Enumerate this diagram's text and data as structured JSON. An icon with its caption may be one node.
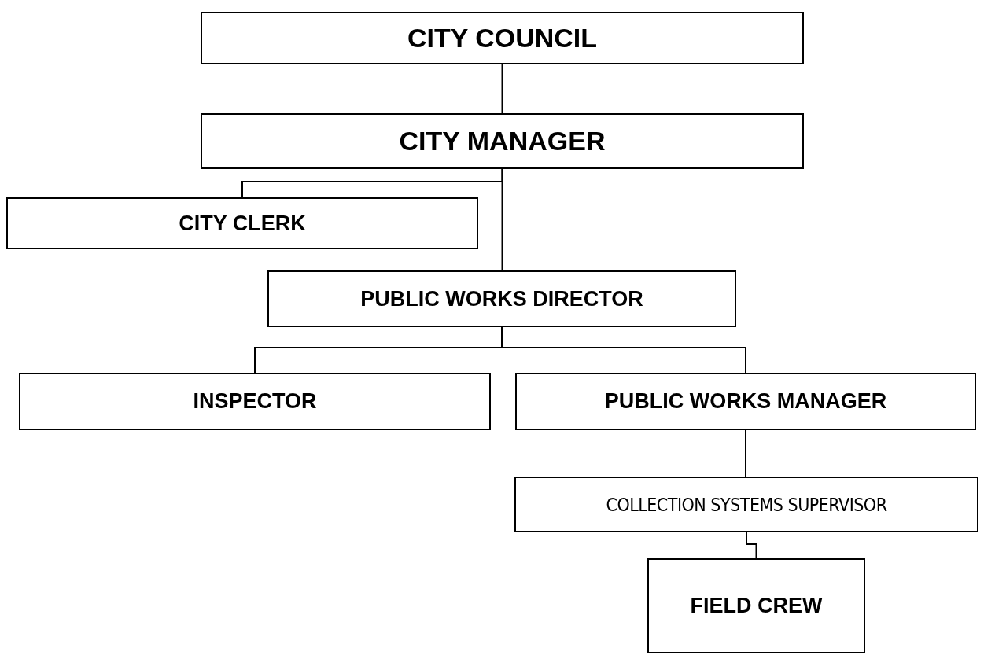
{
  "diagram": {
    "nodes": [
      {
        "text": [
          "CITY COUNCIL"
        ]
      },
      {
        "text": [
          "CITY MANAGER"
        ]
      },
      {
        "text": [
          "CITY CLERK"
        ]
      },
      {
        "text": [
          "PUBLIC WORKS DIRECTOR"
        ]
      },
      {
        "text": [
          "INSPECTOR"
        ]
      },
      {
        "text": [
          "PUBLIC WORKS MANAGER"
        ]
      },
      {
        "text": [
          "COLLECTION SYSTEMS SUPERVISOR"
        ]
      },
      {
        "text": [
          "FIELD CREW"
        ]
      }
    ],
    "edges": [
      {
        "from": 0,
        "to": 1,
        "arrow": "none"
      },
      {
        "from": 1,
        "to": 2,
        "arrow": "none"
      },
      {
        "from": 1,
        "to": 3,
        "arrow": "none"
      },
      {
        "from": 3,
        "to": 4,
        "arrow": "none"
      },
      {
        "from": 3,
        "to": 5,
        "arrow": "none"
      },
      {
        "from": 5,
        "to": 6,
        "arrow": "none"
      },
      {
        "from": 6,
        "to": 7,
        "arrow": "none"
      }
    ]
  }
}
